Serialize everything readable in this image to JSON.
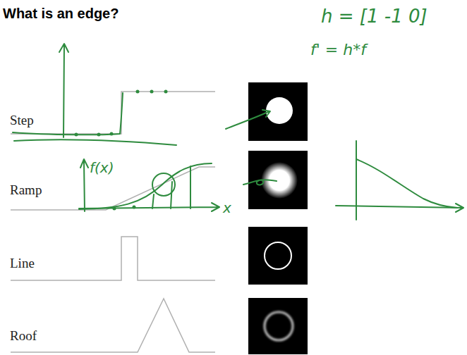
{
  "diagram": {
    "title": "What is an edge?",
    "labels": [
      "Step",
      "Ramp",
      "Line",
      "Roof",
      "h = [1 -1 0]",
      "f' = h*f",
      "f(x)",
      "x"
    ]
  }
}
